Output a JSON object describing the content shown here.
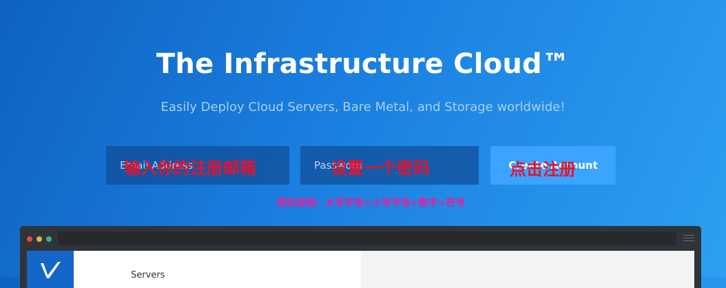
{
  "hero": {
    "title": "The Infrastructure Cloud™",
    "subtitle": "Easily Deploy Cloud Servers, Bare Metal, and Storage worldwide!"
  },
  "signup_form": {
    "email_placeholder": "Email Address",
    "password_placeholder": "Password",
    "submit_label": "Create Account"
  },
  "annotations": {
    "email": "输入你的注册邮箱",
    "password": "设置一个密码",
    "signup": "点击注册",
    "password_rule": "密码规格：大写字母+小写字母+数字+符号"
  },
  "browser_mockup": {
    "panel_heading": "Servers"
  },
  "colors": {
    "background_start": "#0f62bf",
    "background_end": "#2d9ff0",
    "button": "#3aa4ff",
    "annotation_red": "#e8112d",
    "annotation_pink": "#e81e9b"
  },
  "icons": {
    "logo": "vultr-v-logo-icon",
    "menu": "hamburger-menu-icon"
  }
}
